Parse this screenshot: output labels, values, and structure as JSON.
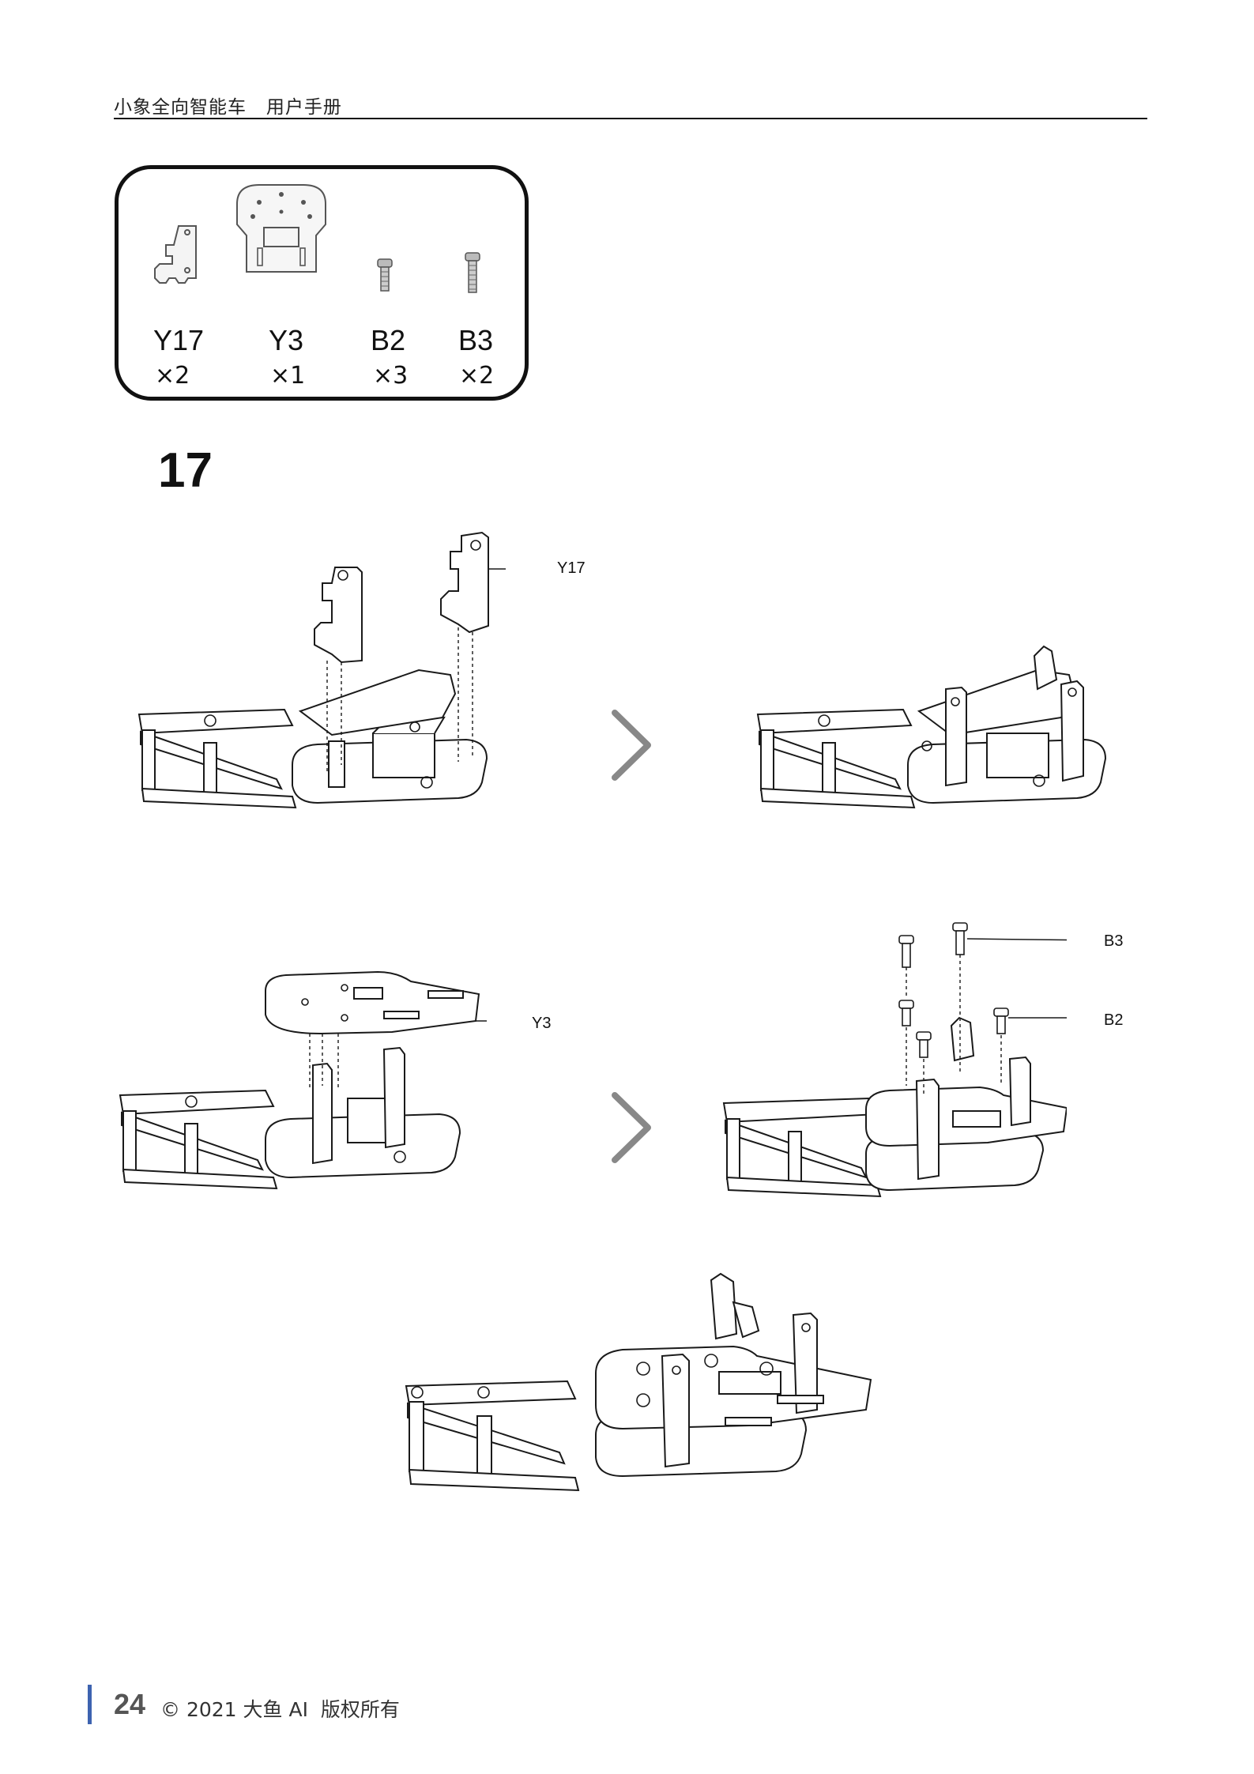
{
  "header": {
    "title": "小象全向智能车   用户手册"
  },
  "parts": [
    {
      "code": "Y17",
      "qty": "×2",
      "icon": "y17-bracket-icon"
    },
    {
      "code": "Y3",
      "qty": "×1",
      "icon": "y3-plate-icon"
    },
    {
      "code": "B2",
      "qty": "×3",
      "icon": "b2-screw-icon"
    },
    {
      "code": "B3",
      "qty": "×2",
      "icon": "b3-screw-icon"
    }
  ],
  "step": {
    "number": "17"
  },
  "callouts": {
    "y17": "Y17",
    "y3": "Y3",
    "b3": "B3",
    "b2": "B2"
  },
  "footer": {
    "page_number": "24",
    "copyright": "© 2021 大鱼 AI  版权所有"
  },
  "colors": {
    "footer_bar": "#3d63b0",
    "line_art": "#1a1a1a"
  }
}
